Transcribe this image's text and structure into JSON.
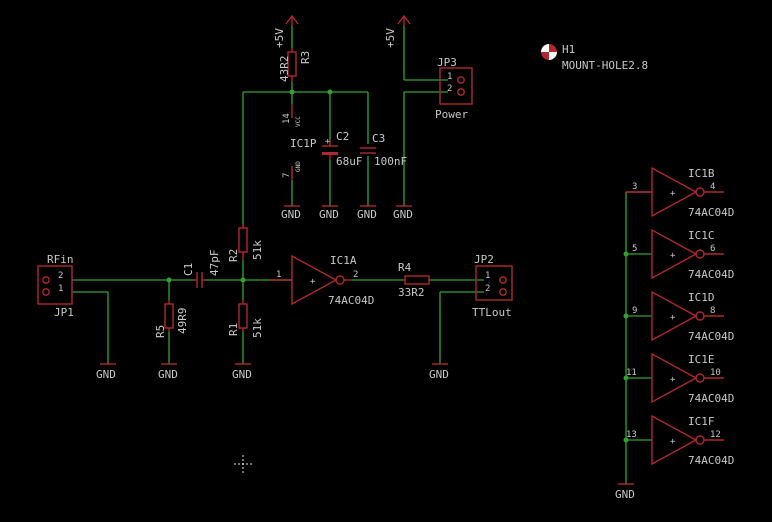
{
  "title": "",
  "colors": {
    "background": "#000000",
    "wire": "#2fa32f",
    "symbol": "#b0282d",
    "text": "#c8c8c8"
  },
  "components": {
    "JP1": {
      "name": "JP1",
      "value": "RFin",
      "pins": [
        "2",
        "1"
      ]
    },
    "JP2": {
      "name": "JP2",
      "value": "TTLout",
      "pins": [
        "1",
        "2"
      ]
    },
    "JP3": {
      "name": "JP3",
      "value": "Power",
      "pins": [
        "1",
        "2"
      ]
    },
    "H1": {
      "name": "H1",
      "value": "MOUNT-HOLE2.8"
    },
    "C1": {
      "name": "C1",
      "value": "47pF"
    },
    "C2": {
      "name": "C2",
      "value": "68uF"
    },
    "C3": {
      "name": "C3",
      "value": "100nF"
    },
    "R1": {
      "name": "R1",
      "value": "51k"
    },
    "R2": {
      "name": "R2",
      "value": "51k"
    },
    "R3": {
      "name": "R3",
      "value": "43R2"
    },
    "R4": {
      "name": "R4",
      "value": "33R2"
    },
    "R5": {
      "name": "R5",
      "value": "49R9"
    },
    "IC1P": {
      "name": "IC1P",
      "vcc_pin": "14",
      "vcc_label": "VCC",
      "gnd_pin": "7",
      "gnd_label": "GND"
    },
    "IC1A": {
      "name": "IC1A",
      "value": "74AC04D",
      "in_pin": "1",
      "out_pin": "2"
    },
    "IC1B": {
      "name": "IC1B",
      "value": "74AC04D",
      "in_pin": "3",
      "out_pin": "4"
    },
    "IC1C": {
      "name": "IC1C",
      "value": "74AC04D",
      "in_pin": "5",
      "out_pin": "6"
    },
    "IC1D": {
      "name": "IC1D",
      "value": "74AC04D",
      "in_pin": "9",
      "out_pin": "8"
    },
    "IC1E": {
      "name": "IC1E",
      "value": "74AC04D",
      "in_pin": "11",
      "out_pin": "10"
    },
    "IC1F": {
      "name": "IC1F",
      "value": "74AC04D",
      "in_pin": "13",
      "out_pin": "12"
    }
  },
  "supply_labels": {
    "plus5v": "+5V",
    "gnd": "GND"
  }
}
